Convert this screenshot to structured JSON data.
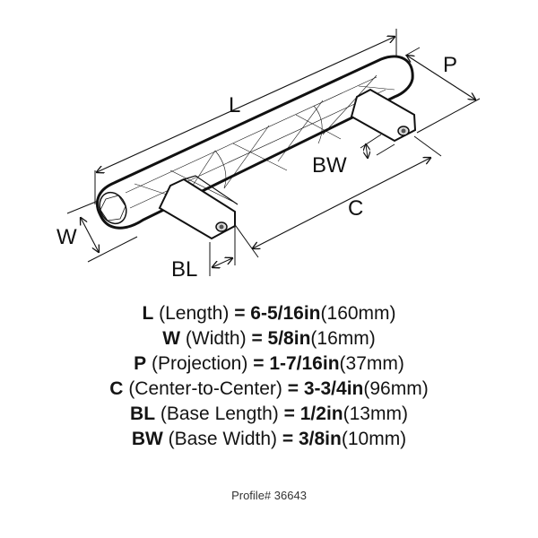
{
  "diagram": {
    "subject": "cabinet bar pull with faceted handle and two square bases",
    "labels": {
      "L": "L",
      "P": "P",
      "BW": "BW",
      "C": "C",
      "W": "W",
      "BL": "BL"
    }
  },
  "specs": [
    {
      "code": "L",
      "name": "(Length)",
      "eq": "=",
      "inch": "6-5/16in",
      "mm": "(160mm)"
    },
    {
      "code": "W",
      "name": "(Width)",
      "eq": "=",
      "inch": "5/8in",
      "mm": "(16mm)"
    },
    {
      "code": "P",
      "name": "(Projection)",
      "eq": "=",
      "inch": "1-7/16in",
      "mm": "(37mm)"
    },
    {
      "code": "C",
      "name": "(Center-to-Center)",
      "eq": "=",
      "inch": "3-3/4in",
      "mm": "(96mm)"
    },
    {
      "code": "BL",
      "name": "(Base Length)",
      "eq": "=",
      "inch": "1/2in",
      "mm": "(13mm)"
    },
    {
      "code": "BW",
      "name": "(Base Width)",
      "eq": "=",
      "inch": "3/8in",
      "mm": "(10mm)"
    }
  ],
  "profile": "Profile# 36643"
}
